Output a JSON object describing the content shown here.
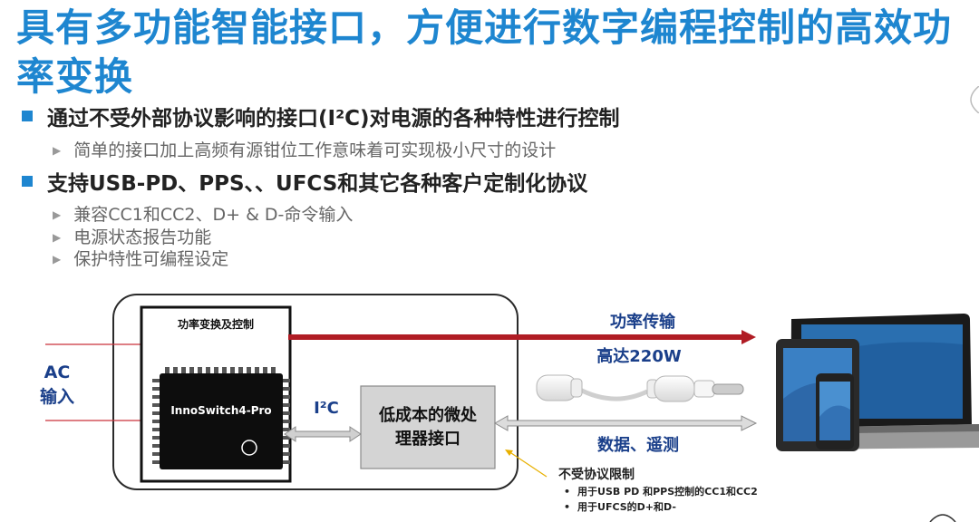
{
  "title": "具有多功能智能接口，方便进行数字编程控制的高效功率变换",
  "bullets": [
    {
      "text": "通过不受外部协议影响的接口(I²C)对电源的各种特性进行控制",
      "subs": [
        "简单的接口加上高频有源钳位工作意味着可实现极小尺寸的设计"
      ]
    },
    {
      "text": "支持USB-PD、PPS、、UFCS和其它各种客户定制化协议",
      "subs": [
        "兼容CC1和CC2、D+ & D-命令输入",
        "电源状态报告功能",
        "保护特性可编程设定"
      ]
    }
  ],
  "diagram": {
    "ac_input": [
      "AC",
      "输入"
    ],
    "power_box_label": "功率变换及控制",
    "chip_label": "InnoSwitch4-Pro",
    "i2c_label": "I²C",
    "mcu_label": [
      "低成本的微处",
      "理器接口"
    ],
    "power_transfer": "功率传输",
    "power_rating": "高达220W",
    "data_label": "数据、遥测",
    "annotation": {
      "title": "不受协议限制",
      "items": [
        "用于USB PD 和PPS控制的CC1和CC2",
        "用于UFCS的D+和D-"
      ]
    },
    "colors": {
      "accent": "#1e86d0",
      "power_arrow": "#b01c24",
      "data_arrow": "#c8c8c8",
      "mcu_fill": "#d4d4d4",
      "chip": "#0d0d0d"
    }
  }
}
